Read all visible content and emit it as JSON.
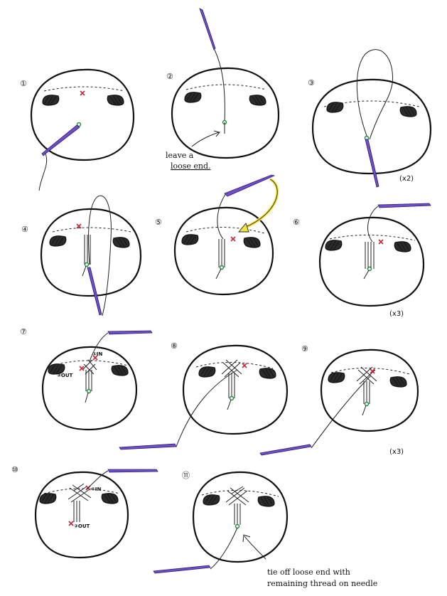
{
  "steps": [
    {
      "number": "①"
    },
    {
      "number": "②"
    },
    {
      "number": "③"
    },
    {
      "number": "④"
    },
    {
      "number": "⑤"
    },
    {
      "number": "⑥"
    },
    {
      "number": "⑦"
    },
    {
      "number": "⑧"
    },
    {
      "number": "⑨"
    },
    {
      "number": "⑩"
    },
    {
      "number": "⑪"
    }
  ],
  "notes": {
    "step2_line1": "leave a",
    "step2_line2": "loose end.",
    "step11_line1": "tie off loose end with",
    "step11_line2": "remaining thread on needle"
  },
  "repeats": {
    "step3": "(x2)",
    "step6": "(x3)",
    "step9": "(x3)"
  },
  "stitch_labels": {
    "step7_in": "①IN",
    "step7_out": "②OUT",
    "step10_in": "①IN",
    "step10_out": "②OUT"
  },
  "colors": {
    "needle": "#6f4fc8",
    "cross_mark": "#c8283a",
    "thread_point": "#1f8a3a",
    "arrow_highlight": "#f2e23a"
  }
}
